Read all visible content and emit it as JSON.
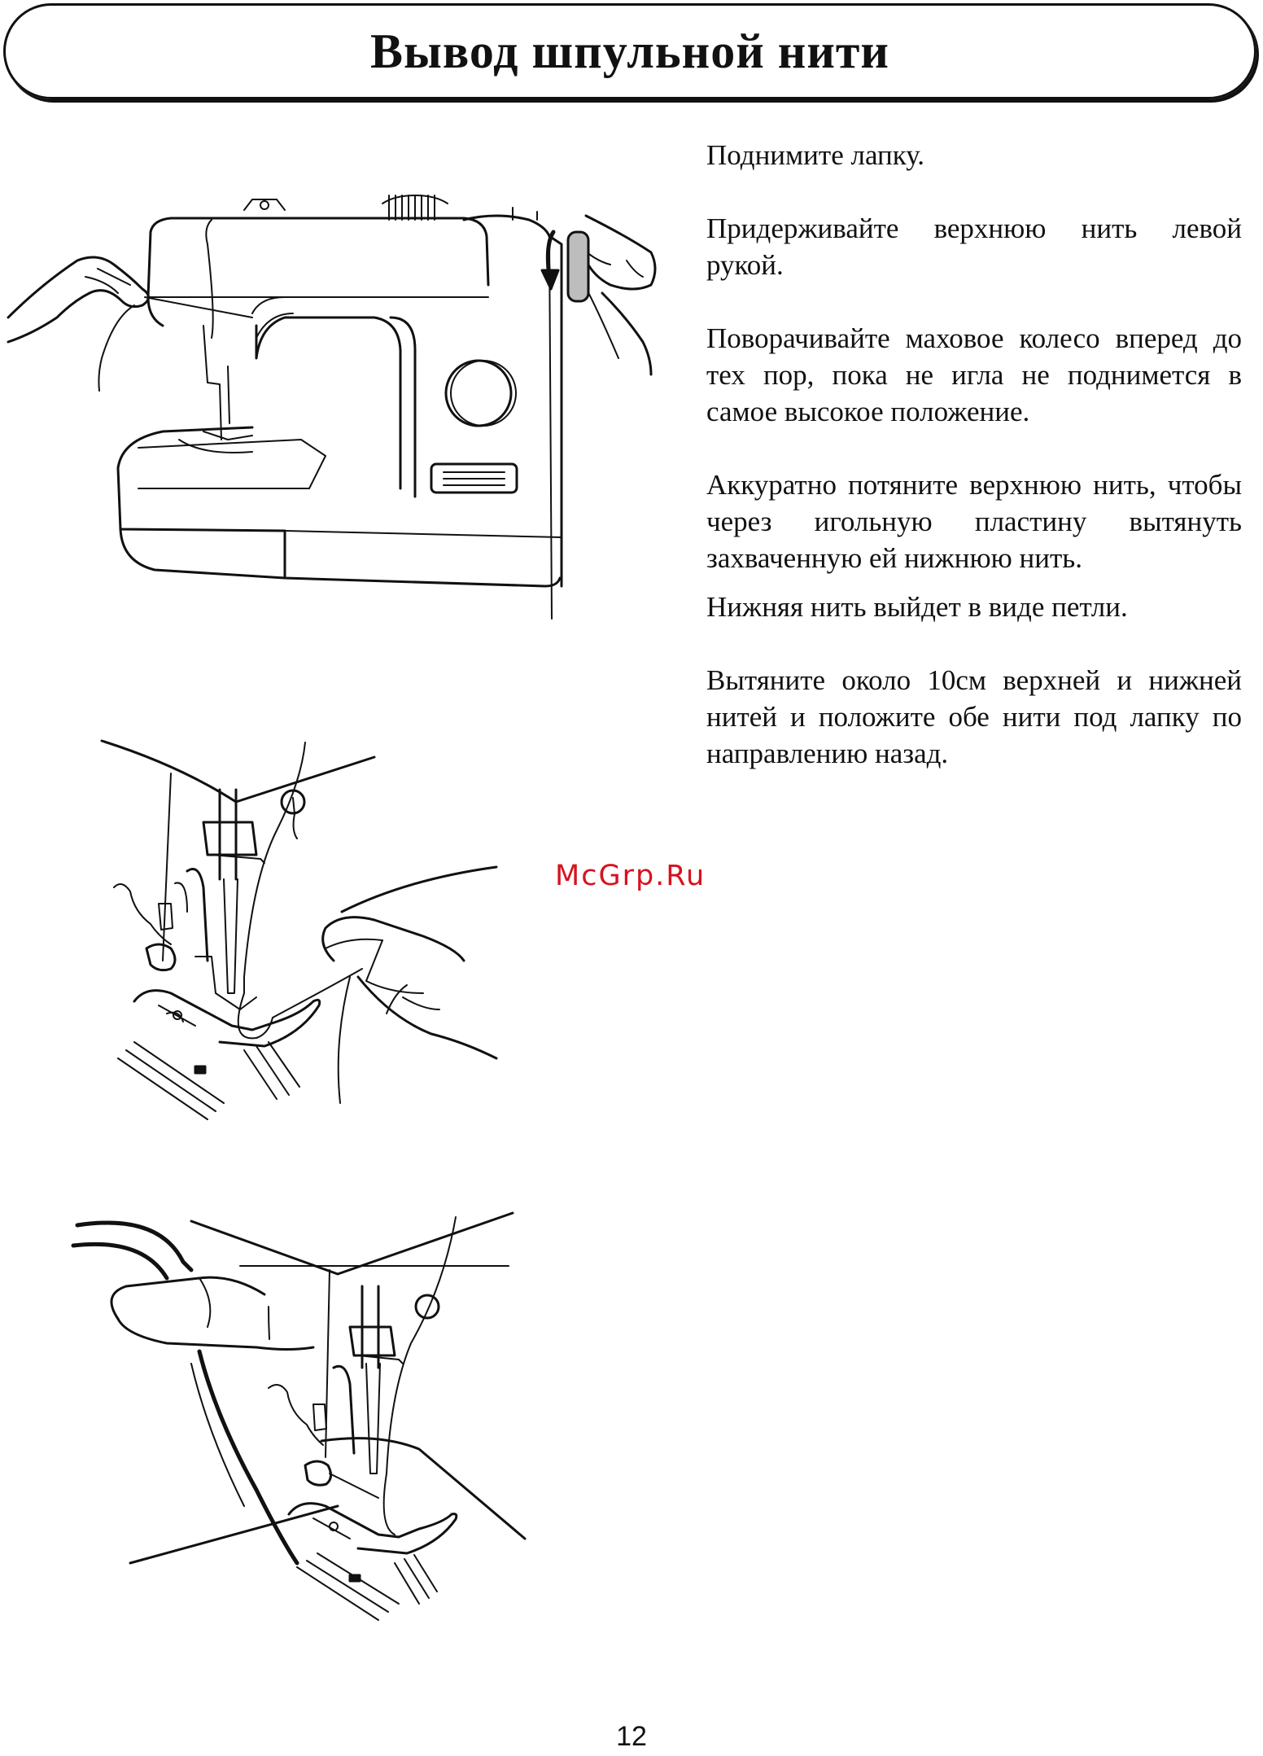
{
  "page": {
    "title": "Вывод шпульной нити",
    "page_number": "12",
    "watermark": "McGrp.Ru"
  },
  "instructions": [
    "Поднимите лапку.",
    "Придерживайте верхнюю нить левой рукой.",
    "Поворачивайте маховое колесо вперед до тех пор, пока не игла не поднимется в самое высокое положение.",
    "Аккуратно потяните верхнюю нить, чтобы через игольную пластину вытянуть захваченную ей нижнюю нить.",
    "Нижняя нить выйдет в виде петли.",
    "Вытяните около 10см верхней и нижней нитей и положите обе нити под лапку по направлению назад."
  ],
  "illustrations": [
    "sewing-machine-icon",
    "presser-foot-loop-icon",
    "presser-foot-threads-back-icon"
  ]
}
